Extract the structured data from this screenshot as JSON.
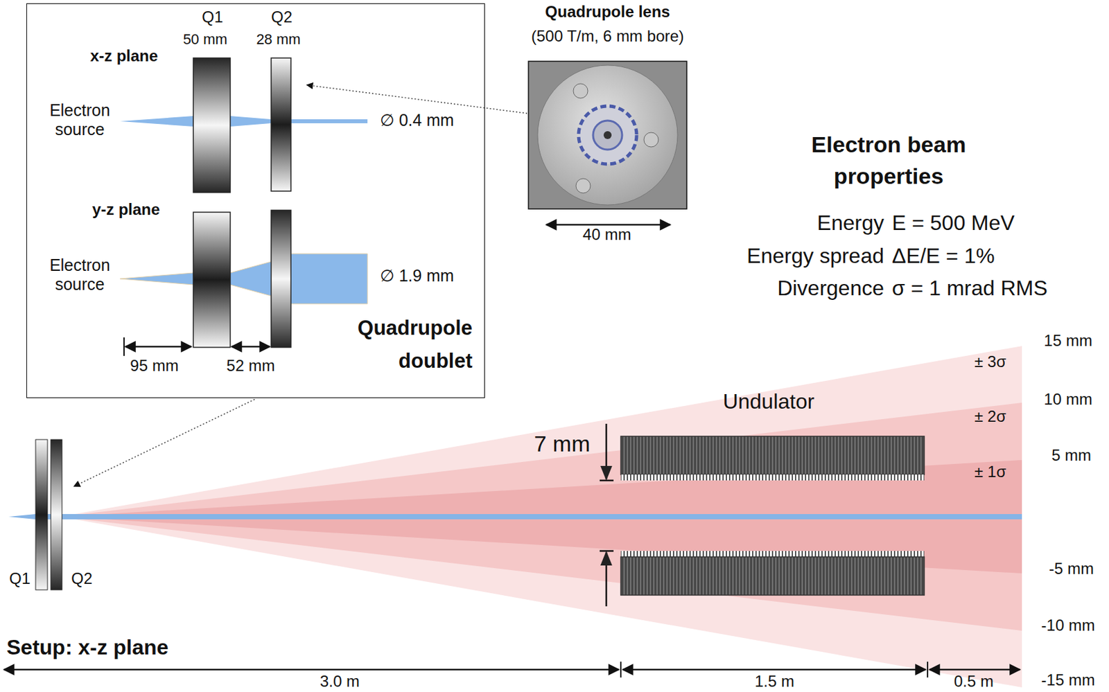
{
  "diagram": {
    "nodes": [
      {
        "text": [
          "Quadrupole doublet"
        ]
      },
      {
        "text": [
          "Quadrupole lens",
          "(500 T/m, 6 mm bore)"
        ]
      }
    ],
    "labels": [
      "Q1",
      "50 mm",
      "Q2",
      "28 mm",
      "x-z plane",
      "Electron source",
      "∅ 0.4 mm",
      "y-z plane",
      "Electron source",
      "∅ 1.9 mm",
      "95 mm",
      "52 mm",
      "40 mm",
      "Electron beam properties",
      "Energy",
      "E = 500 MeV",
      "Energy spread",
      "ΔE/E = 1%",
      "Divergence",
      "σ = 1 mrad RMS",
      "Undulator",
      "7 mm",
      "15 mm",
      "10 mm",
      "5 mm",
      "-5 mm",
      "-10 mm",
      "-15 mm",
      "± 3σ",
      "± 2σ",
      "± 1σ",
      "Q1",
      "Q2",
      "Setup: x-z plane",
      "3.0 m",
      "1.5 m",
      "0.5 m"
    ]
  }
}
